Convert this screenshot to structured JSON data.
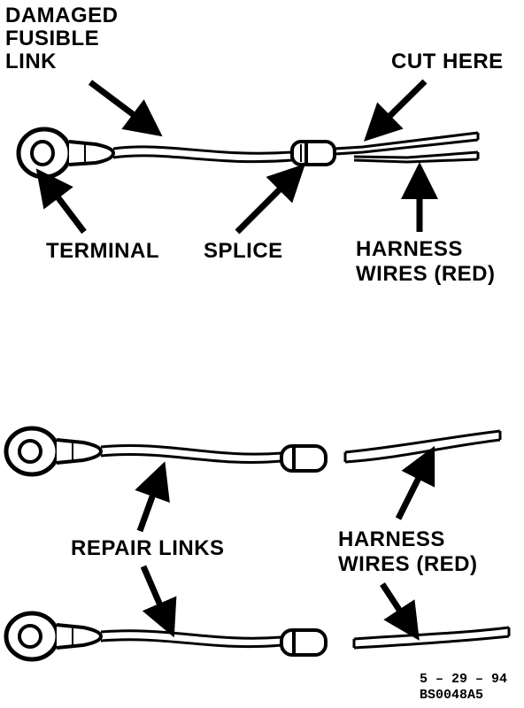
{
  "labels": {
    "damaged_line1": "DAMAGED",
    "damaged_line2": "FUSIBLE",
    "damaged_line3": "LINK",
    "cut_here": "CUT HERE",
    "terminal": "TERMINAL",
    "splice": "SPLICE",
    "harness_top_line1": "HARNESS",
    "harness_top_line2": "WIRES (RED)",
    "repair_links": "REPAIR LINKS",
    "harness_bottom_line1": "HARNESS",
    "harness_bottom_line2": "WIRES (RED)",
    "date_code": "5 – 29 – 94",
    "figure_code": "BS0048A5"
  },
  "colors": {
    "ink": "#000000",
    "paper": "#ffffff"
  }
}
